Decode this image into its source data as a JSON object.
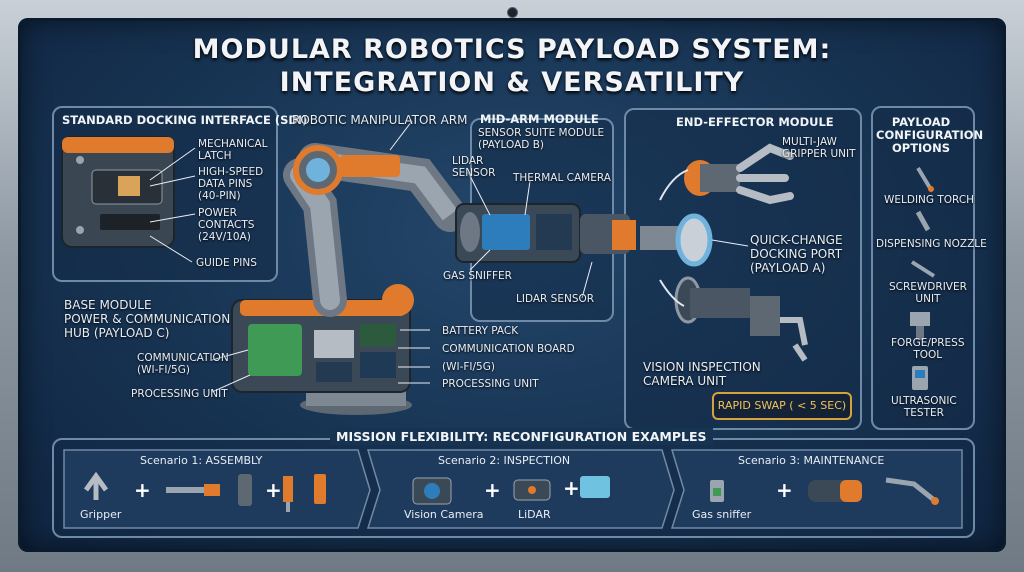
{
  "title": {
    "line1": "MODULAR ROBOTICS PAYLOAD SYSTEM:",
    "line2": "INTEGRATION & VERSATILITY"
  },
  "sdi": {
    "heading": "STANDARD DOCKING INTERFACE (SDI)",
    "mechanical_latch": "MECHANICAL\nLATCH",
    "data_pins": "HIGH-SPEED\nDATA PINS\n(40-PIN)",
    "power_contacts": "POWER\nCONTACTS\n(24V/10A)",
    "guide_pins": "GUIDE PINS"
  },
  "arm": {
    "manipulator": "ROBOTIC MANIPULATOR ARM",
    "mid_arm_heading": "MID-ARM MODULE",
    "sensor_suite": "SENSOR SUITE MODULE\n(PAYLOAD B)",
    "lidar_sensor_top": "LIDAR\nSENSOR",
    "thermal_camera": "THERMAL CAMERA",
    "gas_sniffer": "GAS SNIFFER",
    "lidar_sensor_bottom": "LIDAR SENSOR"
  },
  "base": {
    "heading": "BASE MODULE\nPOWER & COMMUNICATION\nHUB (PAYLOAD C)",
    "communication": "COMMUNICATION\n(WI-FI/5G)",
    "processing_unit_left": "PROCESSING UNIT",
    "battery_pack": "BATTERY PACK",
    "communication_board": "COMMUNICATION BOARD",
    "wifi_5g": "(WI-FI/5G)",
    "processing_unit_right": "PROCESSING UNIT"
  },
  "end_effector": {
    "heading": "END-EFFECTOR MODULE",
    "gripper_unit": "MULTI-JAW\nGRIPPER UNIT",
    "quick_change": "QUICK-CHANGE\nDOCKING PORT\n(PAYLOAD A)",
    "vision_unit": "VISION INSPECTION\nCAMERA UNIT",
    "rapid_swap": "RAPID SWAP ( < 5 SEC)"
  },
  "options": {
    "heading": "PAYLOAD\nCONFIGURATION\nOPTIONS",
    "items": [
      "WELDING TORCH",
      "DISPENSING NOZZLE",
      "SCREWDRIVER\nUNIT",
      "FORGE/PRESS\nTOOL",
      "ULTRASONIC\nTESTER"
    ]
  },
  "mission": {
    "heading": "MISSION FLEXIBILITY: RECONFIGURATION EXAMPLES",
    "scenarios": [
      {
        "title": "Scenario 1: ASSEMBLY",
        "labels": [
          "Gripper"
        ]
      },
      {
        "title": "Scenario 2: INSPECTION",
        "labels": [
          "Vision Camera",
          "LiDAR"
        ]
      },
      {
        "title": "Scenario 3: MAINTENANCE",
        "labels": [
          "Gas sniffer"
        ]
      }
    ]
  },
  "colors": {
    "accent": "#e07a2c",
    "panel": "#173352",
    "border": "#6f8aa6",
    "metal": "#6d7884",
    "highlight": "#f1c25a"
  }
}
